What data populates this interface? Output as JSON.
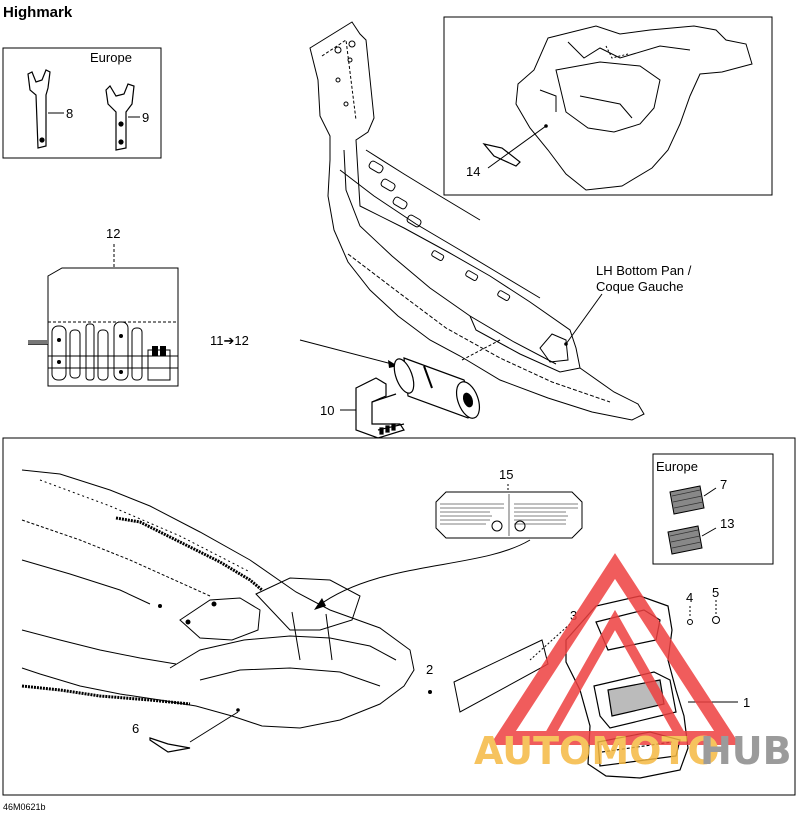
{
  "title": "Highmark",
  "figure_code": "46M0621b",
  "boxes": {
    "europe_top": "Europe",
    "europe_bottom": "Europe"
  },
  "callouts": {
    "c1": "1",
    "c2": "2",
    "c3": "3",
    "c4": "4",
    "c5": "5",
    "c6": "6",
    "c7": "7",
    "c8": "8",
    "c9": "9",
    "c10": "10",
    "c11_12": "11➔12",
    "c12": "12",
    "c13": "13",
    "c14": "14",
    "c15": "15"
  },
  "part_label": {
    "line1": "LH Bottom Pan /",
    "line2": "Coque Gauche"
  },
  "watermark": {
    "text_a": "AUTOMOTO",
    "text_b": "HUB",
    "color_a": "#f5b942",
    "color_b": "#8a8a8a",
    "triangle_color": "#ee4040"
  }
}
